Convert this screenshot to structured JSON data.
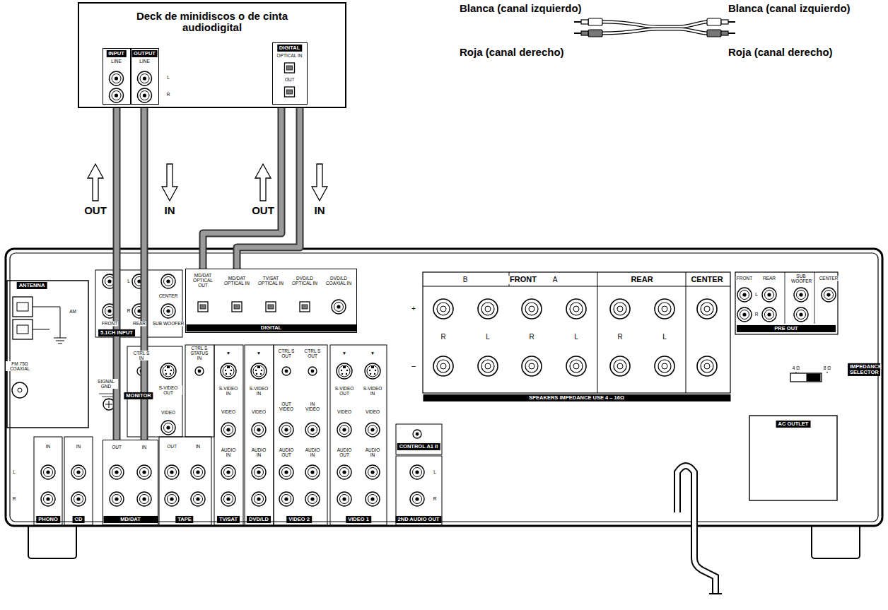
{
  "diagram": {
    "nodes": [
      {
        "text": [
          "Deck de minidiscos o de cinta audiodigital"
        ]
      },
      {
        "text": [
          "INPUT",
          "LINE"
        ],
        "in": 0
      },
      {
        "text": [
          "OUTPUT",
          "LINE"
        ],
        "in": 0
      },
      {
        "text": [
          "DIGITAL",
          "OPTICAL IN",
          "OUT"
        ],
        "in": 0
      },
      {
        "text": [
          "MD/DAT"
        ]
      },
      {
        "text": [
          "OUT"
        ],
        "in": 4
      },
      {
        "text": [
          "IN"
        ],
        "in": 4
      },
      {
        "text": [
          "DIGITAL"
        ]
      },
      {
        "text": [
          "MD/DAT OPTICAL OUT"
        ],
        "in": 7
      },
      {
        "text": [
          "MD/DAT OPTICAL IN"
        ],
        "in": 7
      },
      {
        "text": [
          "TV/SAT OPTICAL IN"
        ],
        "in": 7
      },
      {
        "text": [
          "DVD/LD OPTICAL IN"
        ],
        "in": 7
      },
      {
        "text": [
          "DVD/LD COAXIAL IN"
        ],
        "in": 7
      }
    ],
    "edges": [
      {
        "from": 5,
        "to": 1,
        "arrow": "none"
      },
      {
        "from": 2,
        "to": 6,
        "arrow": "none"
      },
      {
        "from": 8,
        "to": 3,
        "arrow": "none"
      },
      {
        "from": 3,
        "to": 9,
        "arrow": "none"
      }
    ],
    "labels": [
      "Blanca (canal izquierdo)",
      "Blanca (canal izquierdo)",
      "Roja (canal derecho)",
      "Roja (canal derecho)",
      "OUT",
      "IN",
      "OUT",
      "IN",
      "L",
      "R",
      "ANTENNA",
      "AM",
      "FM 75Ω COAXIAL",
      "SIGNAL GND",
      "L",
      "R",
      "CENTER",
      "FRONT",
      "REAR",
      "SUB WOOFER",
      "5.1CH INPUT",
      "CTRL S IN",
      "S-VIDEO OUT",
      "VIDEO",
      "MONITOR",
      "CTRL S STATUS IN",
      "▼",
      "S-VIDEO IN",
      "VIDEO",
      "AUDIO IN",
      "TV/SAT",
      "▼",
      "S-VIDEO IN",
      "VIDEO",
      "AUDIO IN",
      "DVD/LD",
      "CTRL S OUT",
      "OUT VIDEO",
      "AUDIO OUT",
      "CTRL S OUT",
      "IN VIDEO",
      "AUDIO IN",
      "VIDEO 2",
      "▼",
      "S-VIDEO OUT",
      "VIDEO",
      "AUDIO OUT",
      "▼",
      "S-VIDEO IN",
      "VIDEO",
      "AUDIO IN",
      "VIDEO 1",
      "CONTROL A1 II",
      "L",
      "R",
      "2ND AUDIO OUT",
      "IN",
      "L",
      "R",
      "PHONO",
      "IN",
      "CD",
      "OUT",
      "IN",
      "TAPE",
      "+",
      "–",
      "B",
      "FRONT",
      "A",
      "REAR",
      "CENTER",
      "R",
      "L",
      "R",
      "L",
      "R",
      "L",
      "SPEAKERS IMPEDANCE USE 4 – 16Ω",
      "FRONT",
      "REAR",
      "SUB WOOFER",
      "CENTER",
      "L",
      "R",
      "PRE OUT",
      "4 Ω",
      "8 Ω",
      "IMPEDANCE SELECTOR",
      "AC OUTLET"
    ]
  }
}
